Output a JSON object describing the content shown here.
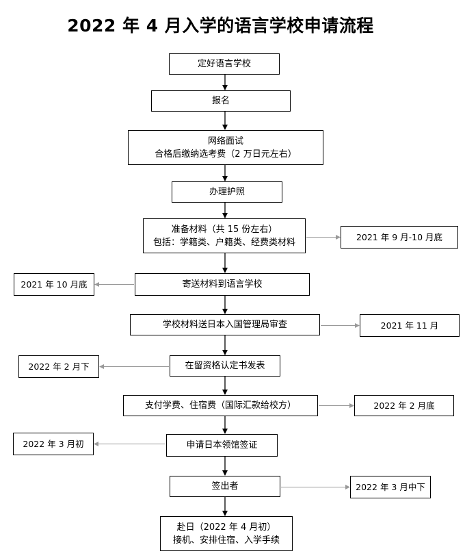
{
  "title": "2022 年 4 月入学的语言学校申请流程",
  "steps": [
    {
      "lines": [
        "定好语言学校"
      ]
    },
    {
      "lines": [
        "报名"
      ]
    },
    {
      "lines": [
        "网络面试",
        "合格后缴纳选考费（2 万日元左右）"
      ]
    },
    {
      "lines": [
        "办理护照"
      ]
    },
    {
      "lines": [
        "准备材料（共 15 份左右）",
        "包括：学籍类、户籍类、经费类材料"
      ]
    },
    {
      "lines": [
        "寄送材料到语言学校"
      ]
    },
    {
      "lines": [
        "学校材料送日本入国管理局审查"
      ]
    },
    {
      "lines": [
        "在留资格认定书发表"
      ]
    },
    {
      "lines": [
        "支付学费、住宿费（国际汇款给校方）"
      ]
    },
    {
      "lines": [
        "申请日本领馆签证"
      ]
    },
    {
      "lines": [
        "签出者"
      ]
    },
    {
      "lines": [
        "赴日（2022 年 4 月初）",
        "接机、安排住宿、入学手续"
      ]
    }
  ],
  "notes": [
    {
      "text": "2021 年 9 月-10 月底",
      "step": 4
    },
    {
      "text": "2021 年 10 月底",
      "step": 5
    },
    {
      "text": "2021 年 11 月",
      "step": 6
    },
    {
      "text": "2022 年 2 月下",
      "step": 7
    },
    {
      "text": "2022 年 2 月底",
      "step": 8
    },
    {
      "text": "2022 年 3 月初",
      "step": 9
    },
    {
      "text": "2022 年 3 月中下",
      "step": 10
    }
  ]
}
